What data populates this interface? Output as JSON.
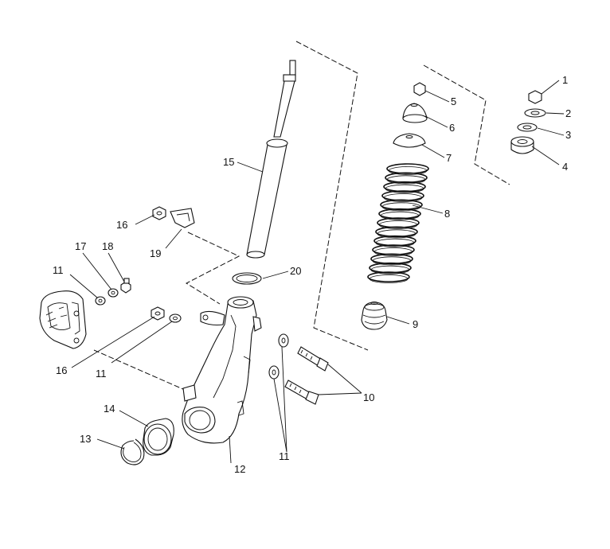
{
  "callouts": {
    "c1": "1",
    "c2": "2",
    "c3": "3",
    "c4": "4",
    "c5": "5",
    "c6": "6",
    "c7": "7",
    "c8": "8",
    "c9": "9",
    "c10": "10",
    "c11a": "11",
    "c11b": "11",
    "c11c": "11",
    "c12": "12",
    "c13": "13",
    "c14": "14",
    "c15": "15",
    "c16a": "16",
    "c16b": "16",
    "c17": "17",
    "c18": "18",
    "c19": "19",
    "c20": "20"
  }
}
